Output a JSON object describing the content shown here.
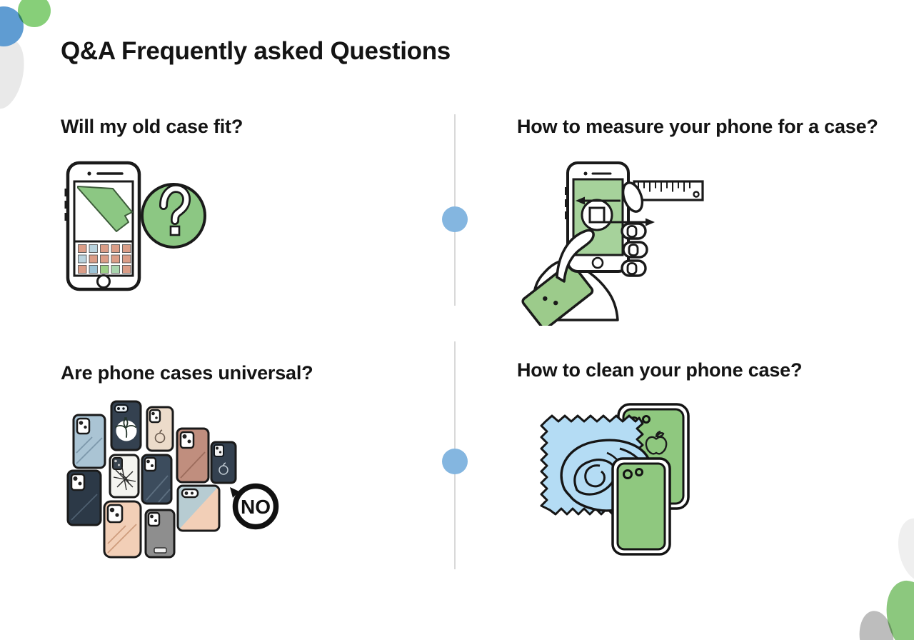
{
  "page": {
    "title": "Q&A Frequently asked Questions"
  },
  "questions": [
    {
      "id": "will-my-old-case-fit",
      "label": "Will my old case fit?",
      "illustration": "phone-with-green-fragment-and-question-mark-icon"
    },
    {
      "id": "how-to-measure-your-phone",
      "label": "How to measure your phone for a case?",
      "illustration": "hand-holding-phone-with-ruler-and-measure-arrows-icon"
    },
    {
      "id": "are-phone-cases-universal",
      "label": "Are phone cases universal?",
      "illustration": "assorted-phone-cases-icon",
      "badge": "NO"
    },
    {
      "id": "how-to-clean-your-phone-case",
      "label": "How to clean your phone case?",
      "illustration": "microfiber-cloth-with-green-phone-cases-icon"
    }
  ],
  "divider": {
    "line_color": "#d9d9d9",
    "dot_color": "#84b6e0"
  },
  "decoration_colors": {
    "blue": "#5f9cd2",
    "green": "#87cf79",
    "gray": "#e9e9e9",
    "corner_green": "#8cc87e",
    "corner_gray": "#bdbdbd",
    "illustration_green": "#8cc783",
    "cloth_blue": "#b4dcf4"
  }
}
